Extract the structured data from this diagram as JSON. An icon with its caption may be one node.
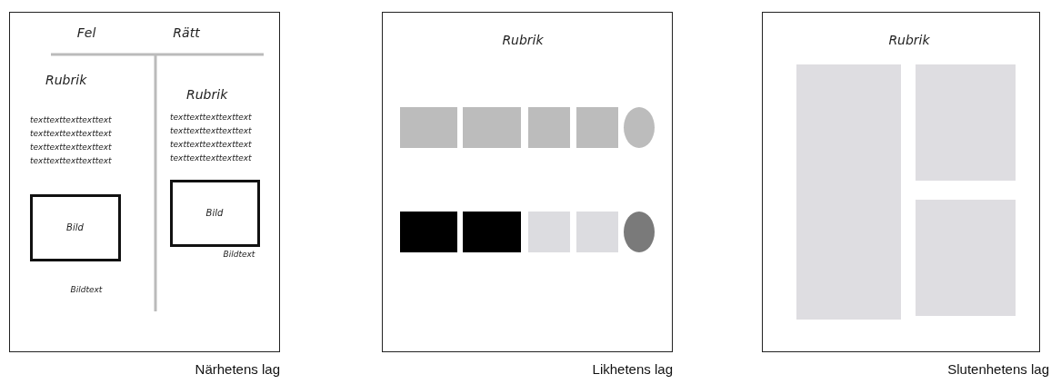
{
  "diagram": {
    "nodes": [
      {
        "text": [],
        "shape": "box",
        "beside": [
          "Närhetens lag"
        ]
      },
      {
        "text": [
          "Bild"
        ],
        "in": 0,
        "beside": [
          "Bildtext"
        ]
      },
      {
        "text": [
          "Bild"
        ],
        "in": 0,
        "beside": [
          "Bildtext"
        ]
      },
      {
        "text": [],
        "shape": "box",
        "beside": [
          "Likhetens lag"
        ]
      },
      {
        "text": [],
        "shape": "box",
        "in": 3
      },
      {
        "text": [],
        "shape": "box",
        "in": 3
      },
      {
        "text": [],
        "shape": "box",
        "in": 3
      },
      {
        "text": [],
        "shape": "box",
        "in": 3
      },
      {
        "text": [],
        "shape": "circle",
        "in": 3
      },
      {
        "text": [],
        "shape": "box",
        "in": 3
      },
      {
        "text": [],
        "shape": "box",
        "in": 3
      },
      {
        "text": [],
        "shape": "box",
        "in": 3
      },
      {
        "text": [],
        "shape": "box",
        "in": 3
      },
      {
        "text": [],
        "shape": "circle",
        "in": 3
      },
      {
        "text": [],
        "shape": "box",
        "beside": [
          "Slutenhetens lag"
        ]
      },
      {
        "text": [],
        "shape": "box",
        "in": 14
      },
      {
        "text": [],
        "shape": "box",
        "in": 14
      },
      {
        "text": [],
        "shape": "box",
        "in": 14
      }
    ],
    "labels": [
      "Fel",
      "Rätt",
      "Rubrik",
      "texttexttexttexttext texttexttexttexttext texttexttexttexttext texttexttexttexttext",
      "Rubrik",
      "texttexttexttexttext texttexttexttexttext texttexttexttexttext texttexttexttexttext",
      "Rubrik",
      "Rubrik"
    ]
  }
}
